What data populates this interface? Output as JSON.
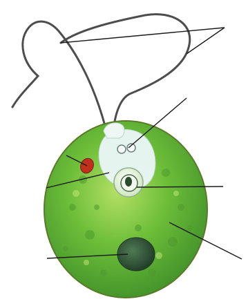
{
  "diagram": {
    "colors": {
      "background": "#ffffff",
      "cell_fill": "#6fbf3a",
      "cell_fill_light": "#a9dc5a",
      "cell_fill_dark": "#3f8f2a",
      "cell_outline": "#5a7a2a",
      "cytoplasm_light": "#e6f4ef",
      "nucleus_outer": "#e8f3dc",
      "nucleus_core": "#2c4a2c",
      "eyespot": "#c0301c",
      "pyrenoid": "#2f5a38",
      "flagella": "#4d4d4d",
      "leader_lines": "#1a1a1a"
    },
    "structures": [
      "flagella",
      "contractile-vacuoles",
      "eyespot",
      "cytoplasm",
      "nucleus",
      "chloroplast",
      "pyrenoid"
    ]
  }
}
